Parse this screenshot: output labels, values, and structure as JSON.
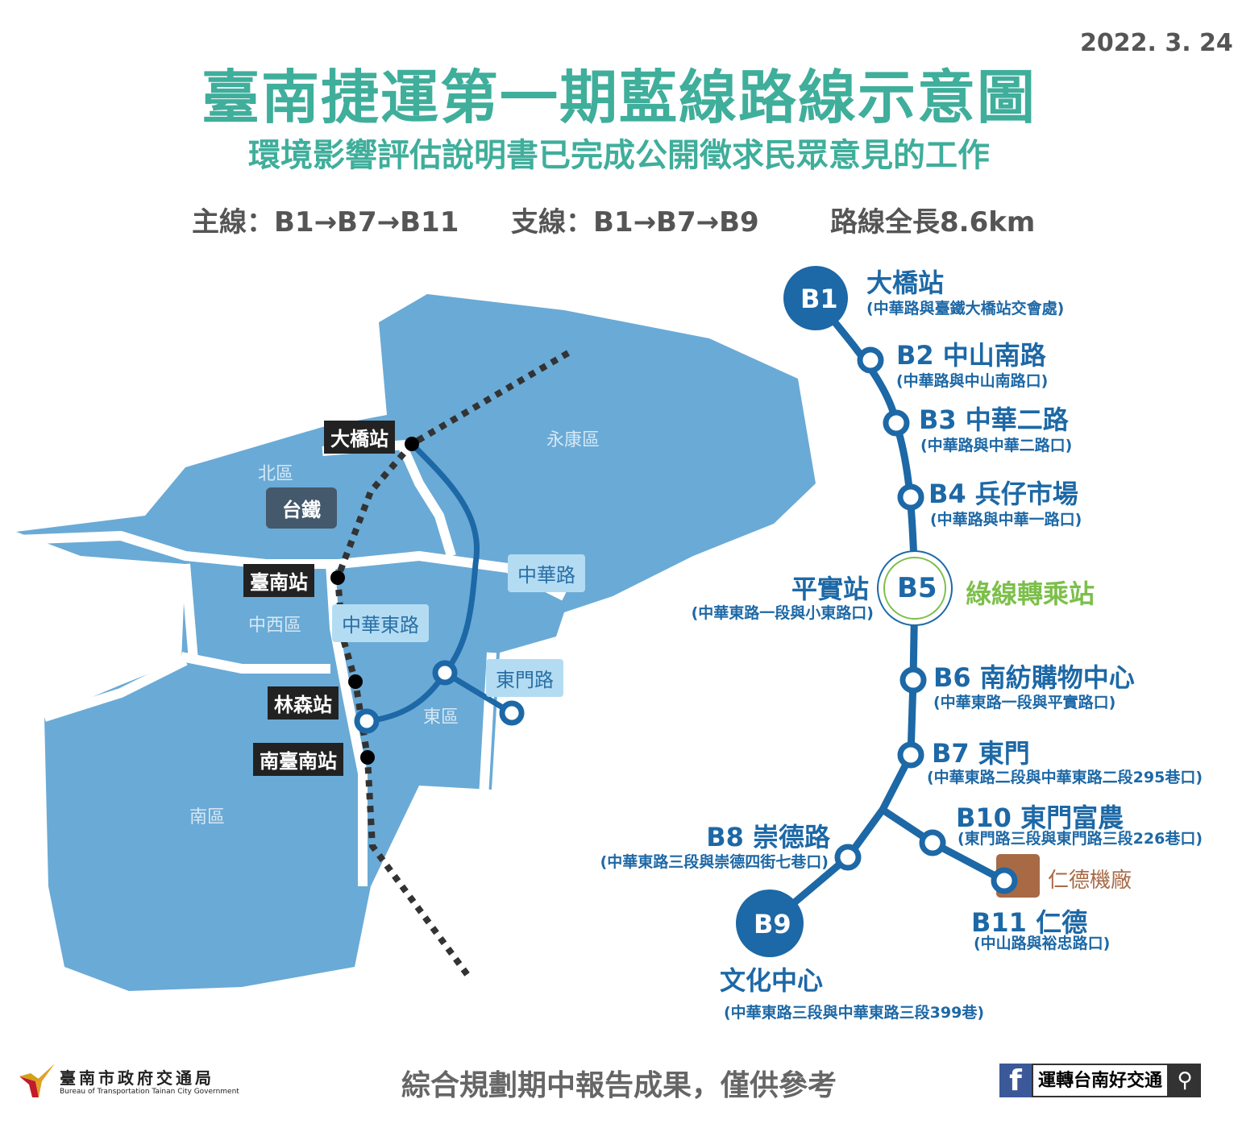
{
  "date": "2022. 3. 24",
  "title": "臺南捷運第一期藍線路線示意圖",
  "subtitle": "環境影響評估說明書已完成公開徵求民眾意見的工作",
  "info": {
    "main_line": "主線：B1→B7→B11",
    "branch_line": "支線：B1→B7→B9",
    "length": "路線全長8.6km"
  },
  "colors": {
    "title": "#3fae9b",
    "line": "#1d68a6",
    "map": "#6aaad6",
    "transfer": "#7cbf4a",
    "depot": "#a86a45"
  },
  "map": {
    "districts": [
      "永康區",
      "北區",
      "中西區",
      "東區",
      "南區"
    ],
    "rail_label": "台鐵",
    "rail_stations": [
      "大橋站",
      "臺南站",
      "林森站",
      "南臺南站"
    ],
    "roads": [
      "中華路",
      "中華東路",
      "東門路"
    ]
  },
  "stations": [
    {
      "code": "B1",
      "name": "大橋站",
      "addr": "(中華路與臺鐵大橋站交會處)"
    },
    {
      "code": "B2",
      "name": "B2  中山南路",
      "addr": "(中華路與中山南路口)"
    },
    {
      "code": "B3",
      "name": "B3  中華二路",
      "addr": "(中華路與中華二路口)"
    },
    {
      "code": "B4",
      "name": "B4  兵仔市場",
      "addr": "(中華路與中華一路口)"
    },
    {
      "code": "B5",
      "name": "平實站",
      "addr": "(中華東路一段與小東路口)",
      "transfer": "綠線轉乘站"
    },
    {
      "code": "B6",
      "name": "B6  南紡購物中心",
      "addr": "(中華東路一段與平實路口)"
    },
    {
      "code": "B7",
      "name": "B7  東門",
      "addr": "(中華東路二段與中華東路二段295巷口)"
    },
    {
      "code": "B8",
      "name": "B8  崇德路",
      "addr": "(中華東路三段與崇德四街七巷口)"
    },
    {
      "code": "B9",
      "name": "文化中心",
      "addr": "(中華東路三段與中華東路三段399巷)"
    },
    {
      "code": "B10",
      "name": "B10  東門富農",
      "addr": "(東門路三段與東門路三段226巷口)"
    },
    {
      "code": "B11",
      "name": "B11  仁德",
      "addr": "(中山路與裕忠路口)"
    }
  ],
  "depot": "仁德機廠",
  "footer": {
    "org_name": "臺南市政府交通局",
    "org_name_en": "Bureau of Transportation Tainan City Government",
    "note": "綜合規劃期中報告成果，僅供參考",
    "fb_icon": "f",
    "fb_search": "運轉台南好交通",
    "search_icon": "⚲"
  }
}
